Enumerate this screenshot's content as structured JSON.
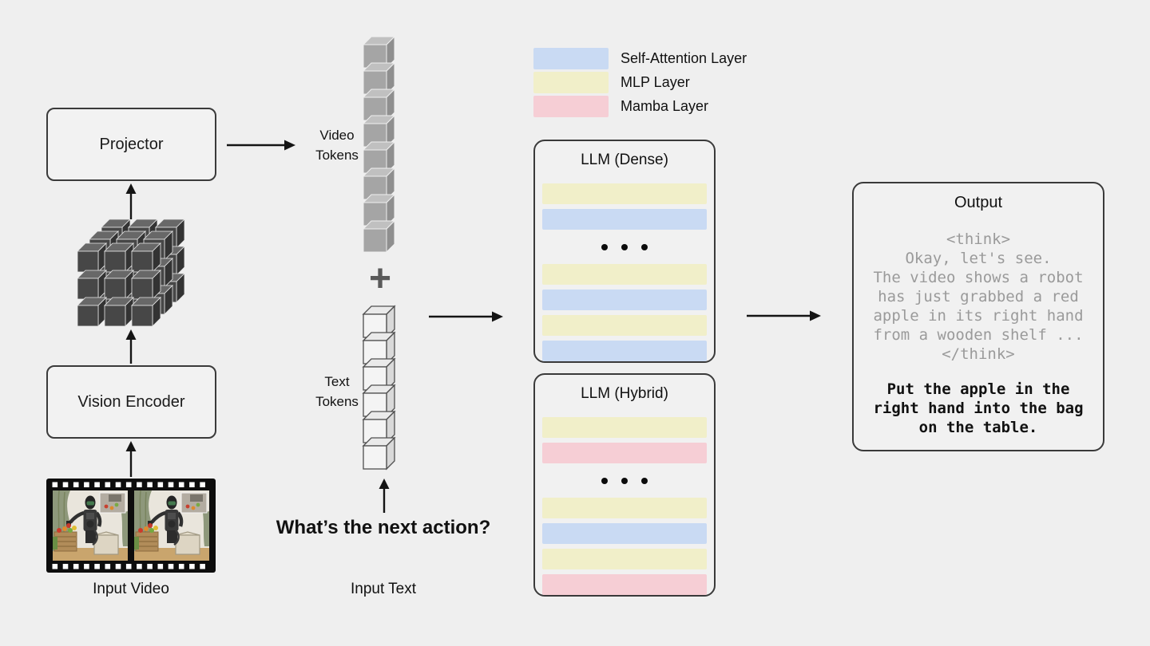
{
  "background_color": "#efefef",
  "pipeline": {
    "projector_label": "Projector",
    "vision_encoder_label": "Vision Encoder",
    "input_video_label": "Input Video",
    "video_tokens_label": "Video Tokens",
    "plus_sign": "+",
    "text_tokens_label": "Text Tokens",
    "question_text": "What’s the next action?",
    "input_text_label": "Input Text"
  },
  "legend": {
    "items": [
      {
        "id": "attention",
        "label": "Self-Attention Layer",
        "color": "#c9daf3"
      },
      {
        "id": "mlp",
        "label": "MLP Layer",
        "color": "#f1efc9"
      },
      {
        "id": "mamba",
        "label": "Mamba Layer",
        "color": "#f6ced5"
      }
    ]
  },
  "llm_blocks": [
    {
      "title": "LLM (Dense)",
      "layers": [
        "mlp",
        "attention",
        "dots",
        "mlp",
        "attention",
        "mlp",
        "attention"
      ]
    },
    {
      "title": "LLM (Hybrid)",
      "layers": [
        "mlp",
        "mamba",
        "dots",
        "mlp",
        "attention",
        "mlp",
        "mamba"
      ]
    }
  ],
  "output": {
    "title": "Output",
    "think_lines": [
      "<think>",
      "Okay, let's see.",
      "The video shows a robot",
      "has just grabbed a red",
      "apple in its right hand",
      "from a wooden shelf ...",
      "</think>"
    ],
    "answer_lines": [
      "Put the apple in the",
      "right hand into the bag",
      "on the table."
    ]
  },
  "token_counts": {
    "video_tokens": 8,
    "text_tokens": 6,
    "tensor_grid": "3x3x3"
  }
}
